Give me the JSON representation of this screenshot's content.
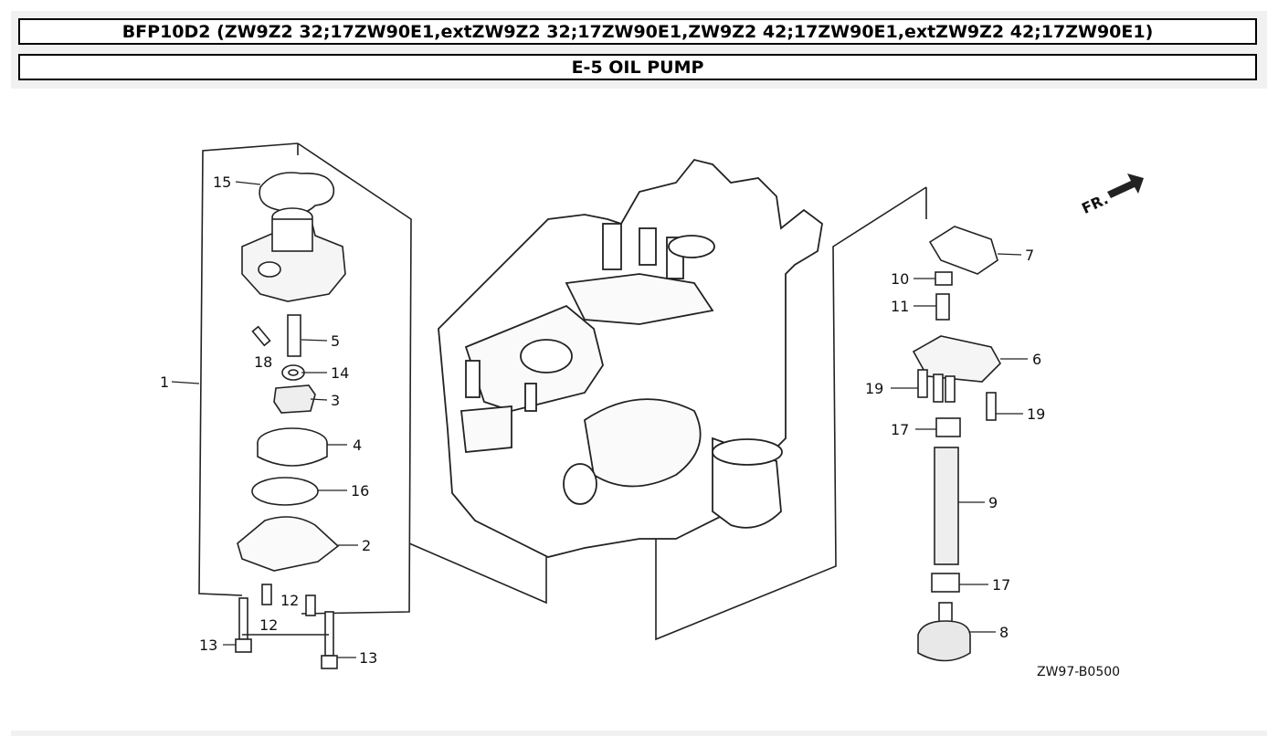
{
  "header": {
    "model_title": "BFP10D2 (ZW9Z2 32;17ZW90E1,extZW9Z2 32;17ZW90E1,ZW9Z2 42;17ZW90E1,extZW9Z2 42;17ZW90E1)",
    "section_title": "E-5 OIL PUMP"
  },
  "diagram": {
    "direction_label": "FR.",
    "drawing_code": "ZW97-B0500",
    "callouts": {
      "c1": "1",
      "c2": "2",
      "c3": "3",
      "c4": "4",
      "c5": "5",
      "c6": "6",
      "c7": "7",
      "c8": "8",
      "c9": "9",
      "c10": "10",
      "c11": "11",
      "c12a": "12",
      "c12b": "12",
      "c13a": "13",
      "c13b": "13",
      "c14": "14",
      "c15": "15",
      "c16": "16",
      "c17a": "17",
      "c17b": "17",
      "c18": "18",
      "c19a": "19",
      "c19b": "19"
    }
  }
}
